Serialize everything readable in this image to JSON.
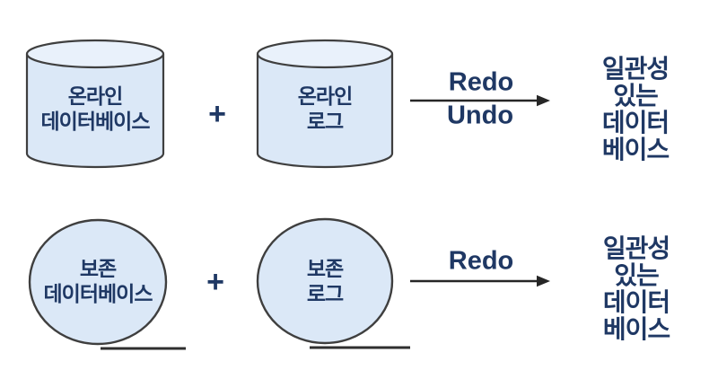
{
  "colors": {
    "shape_fill": "#dbe8f7",
    "shape_top_fill": "#e9f1fb",
    "shape_stroke": "#3f3f3f",
    "text_navy": "#1f3864",
    "arrow_stroke": "#262626"
  },
  "top_row": {
    "database_label": "온라인\n데이터베이스",
    "plus": "+",
    "log_label": "온라인\n로그",
    "arrow_above": "Redo",
    "arrow_below": "Undo",
    "result_label": "일관성 있는\n데이터베이스"
  },
  "bottom_row": {
    "database_label": "보존\n데이터베이스",
    "plus": "+",
    "log_label": "보존\n로그",
    "arrow_above": "Redo",
    "result_label": "일관성 있는\n데이터베이스"
  }
}
